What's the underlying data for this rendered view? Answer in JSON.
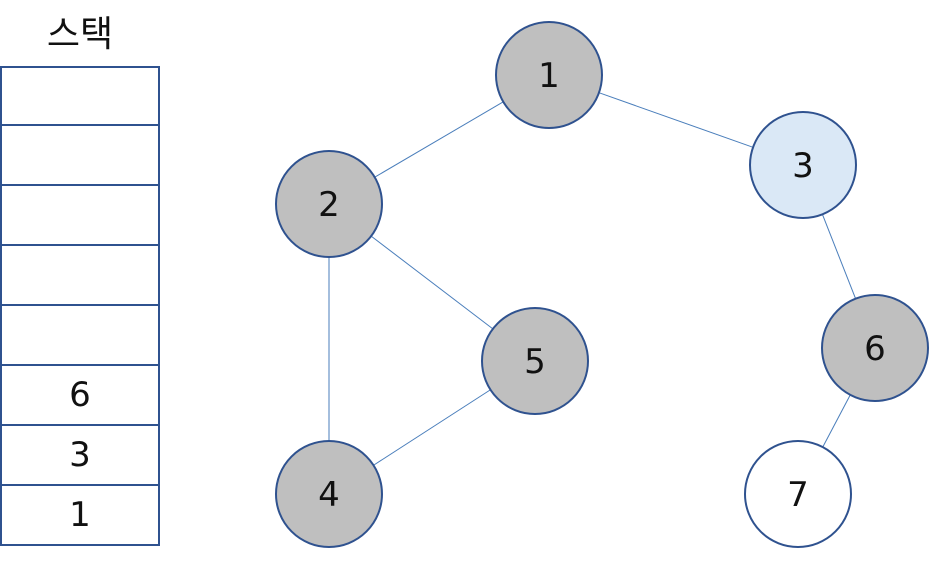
{
  "stack": {
    "title": "스택",
    "cells": [
      "",
      "",
      "",
      "",
      "",
      "6",
      "3",
      "1"
    ]
  },
  "graph": {
    "nodes": [
      {
        "id": "1",
        "label": "1",
        "state": "visited"
      },
      {
        "id": "2",
        "label": "2",
        "state": "visited"
      },
      {
        "id": "3",
        "label": "3",
        "state": "current"
      },
      {
        "id": "4",
        "label": "4",
        "state": "visited"
      },
      {
        "id": "5",
        "label": "5",
        "state": "visited"
      },
      {
        "id": "6",
        "label": "6",
        "state": "visited"
      },
      {
        "id": "7",
        "label": "7",
        "state": "unvisited"
      }
    ],
    "edges": [
      [
        "1",
        "2"
      ],
      [
        "1",
        "3"
      ],
      [
        "2",
        "5"
      ],
      [
        "2",
        "4"
      ],
      [
        "4",
        "5"
      ],
      [
        "3",
        "6"
      ],
      [
        "6",
        "7"
      ]
    ],
    "colors": {
      "visited": "#bfbfbf",
      "current": "#dae8f6",
      "unvisited": "#ffffff",
      "border": "#2f528f",
      "edge": "#4a7ebb"
    }
  }
}
